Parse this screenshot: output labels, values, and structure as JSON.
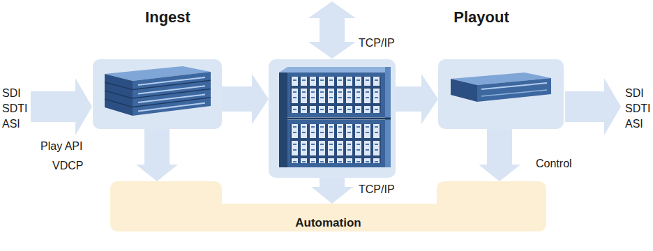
{
  "diagram": {
    "nodes": [
      {
        "text": [
          "Ingest"
        ]
      },
      {
        "text": []
      },
      {
        "text": [
          "Playout"
        ]
      },
      {
        "text": [
          "Automation"
        ]
      }
    ],
    "edges": [
      {
        "from": 0,
        "to": 1,
        "arrow": "to"
      },
      {
        "from": 1,
        "to": 2,
        "arrow": "to"
      },
      {
        "from": 1,
        "to": 3,
        "label": "TCP/IP",
        "arrow": "to"
      },
      {
        "from": 0,
        "to": 3,
        "arrow": "to"
      },
      {
        "from": 2,
        "to": 3,
        "arrow": "to"
      }
    ],
    "labels": [
      "SDI",
      "SDTI",
      "ASI",
      "Play API",
      "VDCP",
      "TCP/IP",
      "SDI",
      "SDTI",
      "ASI",
      "Control"
    ]
  }
}
